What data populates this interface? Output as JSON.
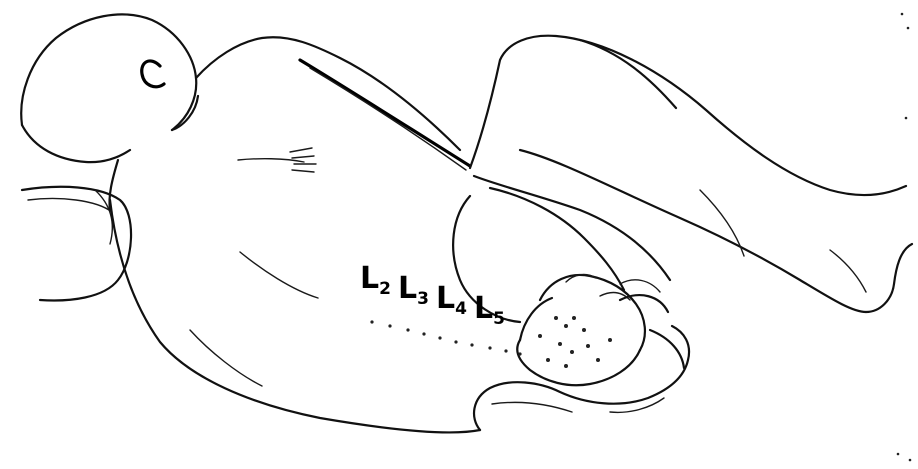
{
  "labels": [
    {
      "letter": "L",
      "sub": "2"
    },
    {
      "letter": "L",
      "sub": "3"
    },
    {
      "letter": "L",
      "sub": "4"
    },
    {
      "letter": "L",
      "sub": "5"
    }
  ],
  "colors": {
    "ink": "#111111",
    "background": "#ffffff"
  }
}
